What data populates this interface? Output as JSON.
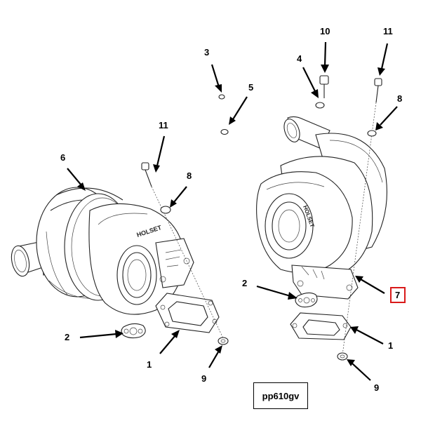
{
  "diagram": {
    "reference_code": "pp610gv",
    "highlight_color": "#d91a1a",
    "callouts": {
      "c1_left": "1",
      "c1_right": "1",
      "c2_left": "2",
      "c2_right": "2",
      "c3": "3",
      "c4": "4",
      "c5": "5",
      "c6": "6",
      "c7": "7",
      "c8_left": "8",
      "c8_right": "8",
      "c9_left": "9",
      "c9_right": "9",
      "c10": "10",
      "c11_left": "11",
      "c11_right": "11"
    },
    "highlighted_callout": "7",
    "logo_text": "HOLSET"
  }
}
